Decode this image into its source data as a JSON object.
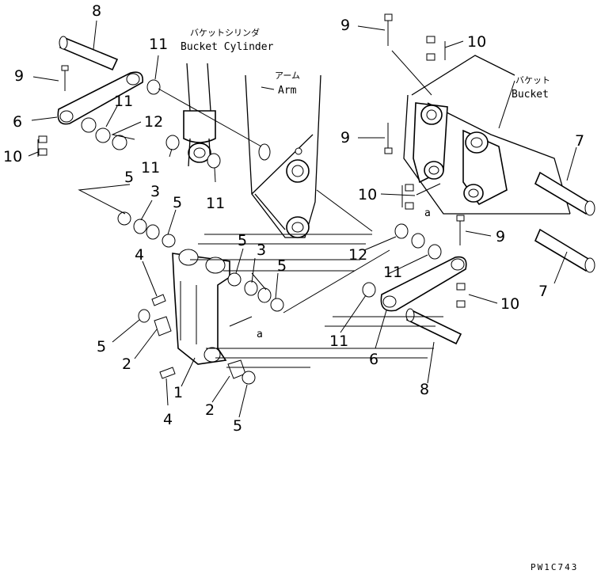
{
  "labels": {
    "bucket_cylinder_jp": "バケットシリンダ",
    "bucket_cylinder_en": "Bucket Cylinder",
    "arm_jp": "アーム",
    "arm_en": "Arm",
    "bucket_jp": "バケット",
    "bucket_en": "Bucket",
    "view_mark_1": "a",
    "view_mark_2": "a",
    "drawing_code": "PW1C743"
  },
  "callouts": {
    "c8_top": "8",
    "c9_left": "9",
    "c6_left": "6",
    "c10_left": "10",
    "c11_a": "11",
    "c11_b": "11",
    "c12_left": "12",
    "c11_c": "11",
    "c11_d": "11",
    "c5_a": "5",
    "c3_left": "3",
    "c5_b": "5",
    "c4_top": "4",
    "c5_c": "5",
    "c3_mid": "3",
    "c5_d": "5",
    "c12_right": "12",
    "c11_e": "11",
    "c11_f": "11",
    "c6_right": "6",
    "c5_e": "5",
    "c2_left": "2",
    "c1": "1",
    "c4_bottom": "4",
    "c2_bottom": "2",
    "c5_bottom": "5",
    "c8_bottom": "8",
    "c9_top": "9",
    "c10_top": "10",
    "c9_mid": "9",
    "c10_mid": "10",
    "c7_top": "7",
    "c9_right": "9",
    "c10_right": "10",
    "c7_bottom": "7"
  }
}
